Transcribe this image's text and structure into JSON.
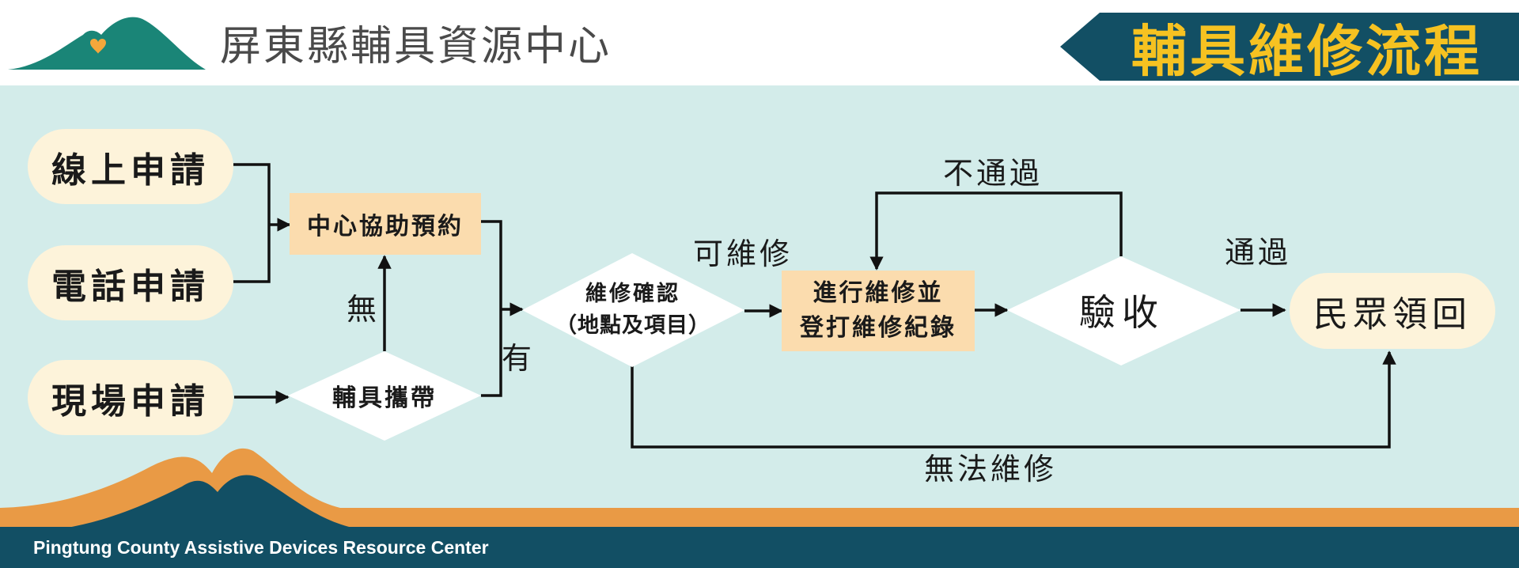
{
  "header": {
    "org_name": "屏東縣輔具資源中心",
    "title": "輔具維修流程"
  },
  "flow": {
    "apply_online": "線上申請",
    "apply_phone": "電話申請",
    "apply_onsite": "現場申請",
    "center_booking": "中心協助預約",
    "carry_device": "輔具攜帶",
    "repair_confirm_line1": "維修確認",
    "repair_confirm_line2": "（地點及項目）",
    "do_repair_line1": "進行維修並",
    "do_repair_line2": "登打維修紀錄",
    "inspection": "驗收",
    "pickup": "民眾領回"
  },
  "labels": {
    "no_device": "無",
    "has_device": "有",
    "repairable": "可維修",
    "not_passed": "不通過",
    "passed": "通過",
    "unrepairable": "無法維修"
  },
  "footer": {
    "org_name_en": "Pingtung County Assistive Devices Resource Center"
  },
  "colors": {
    "navy": "#124f64",
    "title_yellow": "#f6c221",
    "teal_mountain": "#1a8577",
    "orange": "#e99a45",
    "background": "#d3ecea",
    "pill_fill": "#fdf3da",
    "box_fill": "#fbdcae"
  }
}
